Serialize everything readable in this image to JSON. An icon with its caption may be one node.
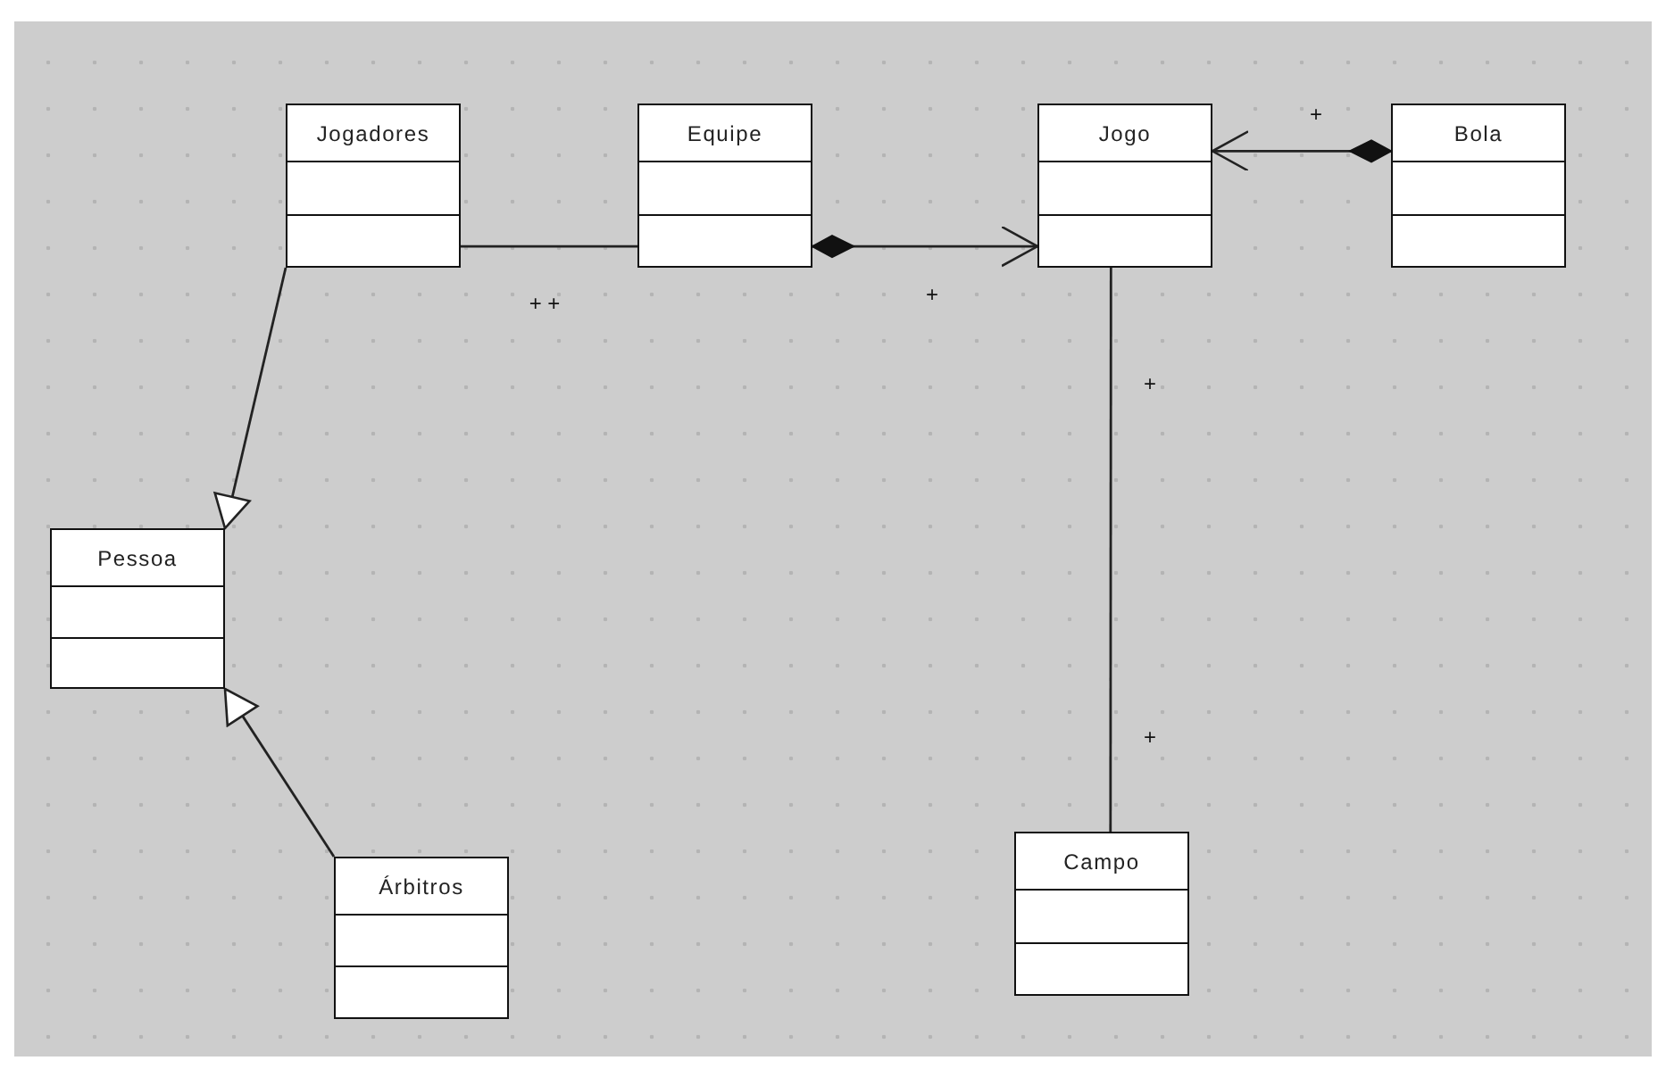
{
  "diagram": {
    "nodes": [
      {
        "text": [
          "Jogadores"
        ]
      },
      {
        "text": [
          "Equipe"
        ]
      },
      {
        "text": [
          "Jogo"
        ]
      },
      {
        "text": [
          "Bola"
        ]
      },
      {
        "text": [
          "Pessoa"
        ]
      },
      {
        "text": [
          "Árbitros"
        ]
      },
      {
        "text": [
          "Campo"
        ]
      }
    ],
    "edges": [
      {
        "from": 0,
        "to": 1,
        "arrow": "none"
      },
      {
        "from": 1,
        "to": 2,
        "arrow": "to"
      },
      {
        "from": 3,
        "to": 2,
        "arrow": "to"
      },
      {
        "from": 2,
        "to": 6,
        "arrow": "none"
      },
      {
        "from": 0,
        "to": 4,
        "arrow": "to"
      },
      {
        "from": 5,
        "to": 4,
        "arrow": "to"
      }
    ],
    "labels": [
      "+",
      "+ +",
      "+",
      "+",
      "+"
    ]
  }
}
